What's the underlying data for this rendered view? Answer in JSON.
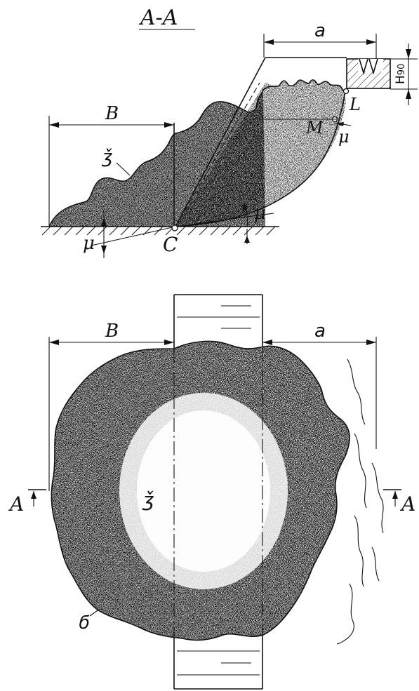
{
  "section_title": "A-A",
  "labels": {
    "a_top": "a",
    "b_top": "B",
    "h90_main": "H",
    "h90_sub": "90",
    "l": "L",
    "m": "M",
    "mu_right_small": "μ",
    "mu_right": "μ",
    "mu_left": "μ",
    "c": "C",
    "region_top": "ǯ",
    "b_bottom": "B",
    "a_bottom": "a",
    "region_bottom": "ǯ",
    "section_left": "A",
    "section_right": "A",
    "outline_bottom": "ϭ"
  },
  "colors": {
    "ink": "#111111",
    "background": "#ffffff"
  }
}
